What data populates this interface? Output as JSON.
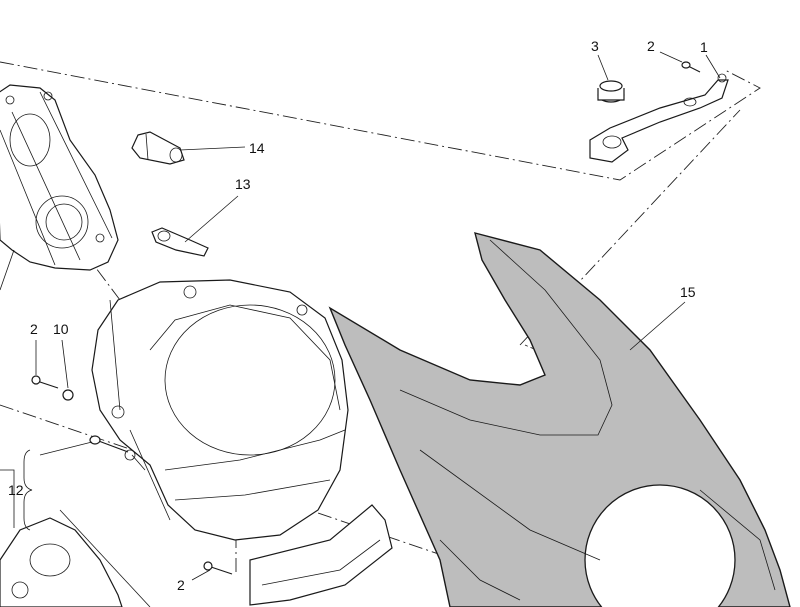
{
  "diagram": {
    "callouts": [
      {
        "id": "c1",
        "text": "1"
      },
      {
        "id": "c2a",
        "text": "2"
      },
      {
        "id": "c3",
        "text": "3"
      },
      {
        "id": "c14",
        "text": "14"
      },
      {
        "id": "c13",
        "text": "13"
      },
      {
        "id": "c15",
        "text": "15"
      },
      {
        "id": "c2b",
        "text": "2"
      },
      {
        "id": "c10",
        "text": "10"
      },
      {
        "id": "c12",
        "text": "12"
      },
      {
        "id": "c2c",
        "text": "2"
      }
    ]
  }
}
